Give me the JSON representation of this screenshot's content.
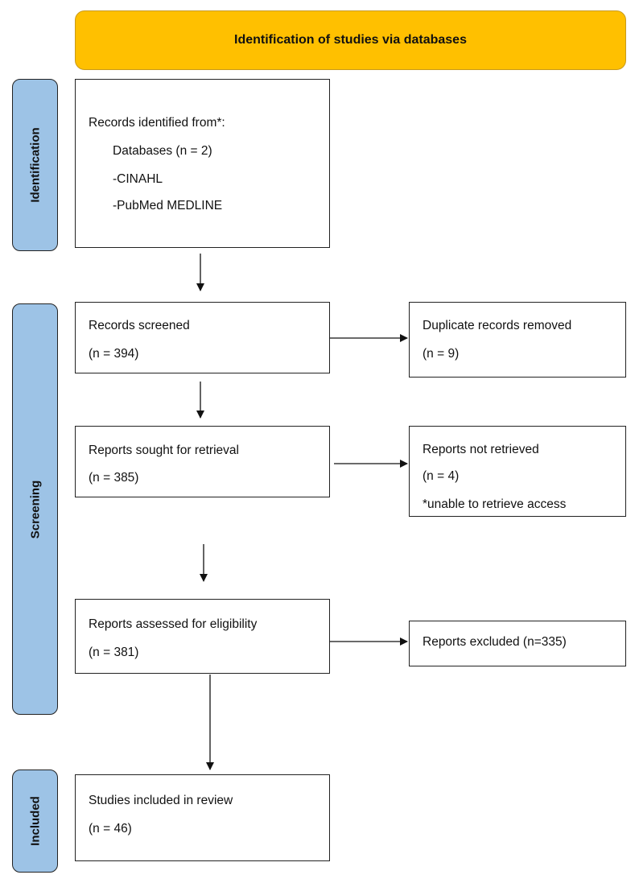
{
  "header": {
    "title": "Identification of studies via databases"
  },
  "phases": {
    "identification": "Identification",
    "screening": "Screening",
    "included": "Included"
  },
  "boxes": {
    "records_identified": {
      "title": "Records identified from*:",
      "databases": "Databases (n = 2)",
      "db1": "-CINAHL",
      "db2": "-PubMed MEDLINE"
    },
    "records_screened": {
      "title": "Records screened",
      "count": "(n = 394)"
    },
    "duplicates_removed": {
      "title": "Duplicate records removed",
      "count": "(n = 9)"
    },
    "reports_sought": {
      "title": "Reports sought for retrieval",
      "count": "(n = 385)"
    },
    "reports_not_retrieved": {
      "title": "Reports not retrieved",
      "count": "(n = 4)",
      "note": "*unable to retrieve access"
    },
    "reports_assessed": {
      "title": "Reports assessed for eligibility",
      "count": "(n = 381)"
    },
    "reports_excluded": {
      "title": "Reports excluded (n=335)"
    },
    "studies_included": {
      "title": "Studies included in review",
      "count": "(n = 46)"
    }
  },
  "colors": {
    "header_fill": "#FFC000",
    "phase_fill": "#9DC3E6",
    "line": "#222222"
  }
}
